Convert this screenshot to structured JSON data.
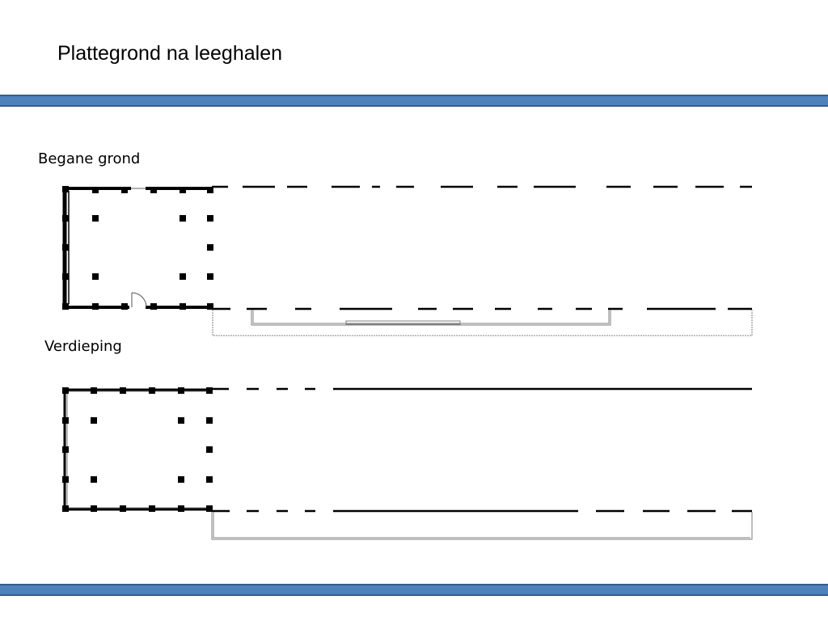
{
  "title": "Plattegrond na leeghalen",
  "floors": {
    "ground": {
      "label": "Begane grond"
    },
    "upper": {
      "label": "Verdieping"
    }
  },
  "colors": {
    "accent_band": "#4f81bd",
    "accent_band_border": "#385d8a",
    "wall": "#000000",
    "thin_outline": "#7f7f7f"
  }
}
